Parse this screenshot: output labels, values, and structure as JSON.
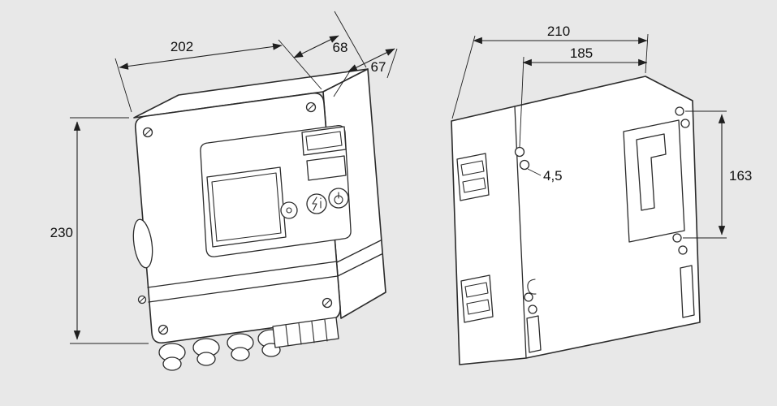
{
  "colors": {
    "background": "#e8e8e8",
    "line": "#2b2b2b",
    "fill": "#ffffff",
    "text": "#111111"
  },
  "front_view": {
    "dimensions": {
      "width": "202",
      "depth_top": "68",
      "depth_side": "67",
      "height": "230"
    }
  },
  "back_view": {
    "dimensions": {
      "overall_width": "210",
      "mounting_width": "185",
      "mounting_hole_diameter": "4,5",
      "mounting_height": "163"
    }
  }
}
